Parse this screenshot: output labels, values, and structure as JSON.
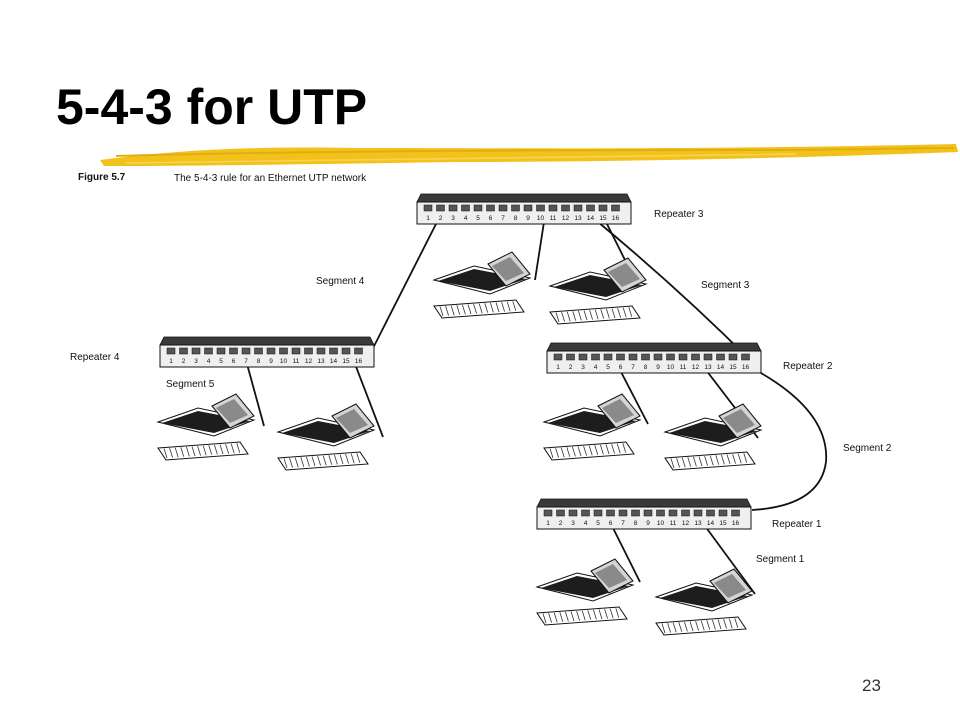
{
  "slide": {
    "title": "5-4-3 for UTP",
    "slide_number": "23",
    "accent_color": "#F2C21B"
  },
  "figure": {
    "caption_label": "Figure 5.7",
    "caption_text": "The 5-4-3 rule for an Ethernet UTP network",
    "repeaters": [
      {
        "id": "r3",
        "label": "Repeater 3",
        "ports": 16
      },
      {
        "id": "r4",
        "label": "Repeater 4",
        "ports": 16
      },
      {
        "id": "r2",
        "label": "Repeater 2",
        "ports": 16
      },
      {
        "id": "r1",
        "label": "Repeater 1",
        "ports": 16
      }
    ],
    "segments": [
      {
        "id": "s1",
        "label": "Segment 1"
      },
      {
        "id": "s2",
        "label": "Segment 2"
      },
      {
        "id": "s3",
        "label": "Segment 3"
      },
      {
        "id": "s4",
        "label": "Segment 4"
      },
      {
        "id": "s5",
        "label": "Segment 5"
      }
    ],
    "workstation_icon": "desktop-computer-icon"
  }
}
